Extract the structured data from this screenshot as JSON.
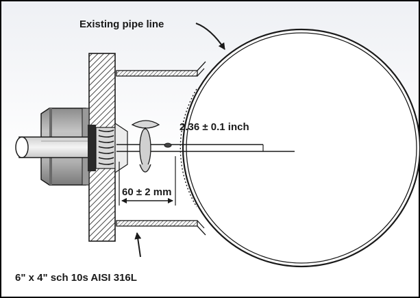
{
  "labels": {
    "existing_pipe": "Existing pipe line",
    "insertion_depth": "2.36 ± 0.1 inch",
    "distance": "60 ± 2 mm",
    "fitting_spec": "6\" x 4\" sch 10s AISI 316L"
  },
  "colors": {
    "frame": "#000000",
    "background_top": "#eef0f4",
    "background_bottom": "#ffffff",
    "line": "#1a1a1a",
    "housing": "#b3b3b3",
    "housing_dark": "#7a7a7a",
    "probe_rod": "#e6e6e6"
  }
}
